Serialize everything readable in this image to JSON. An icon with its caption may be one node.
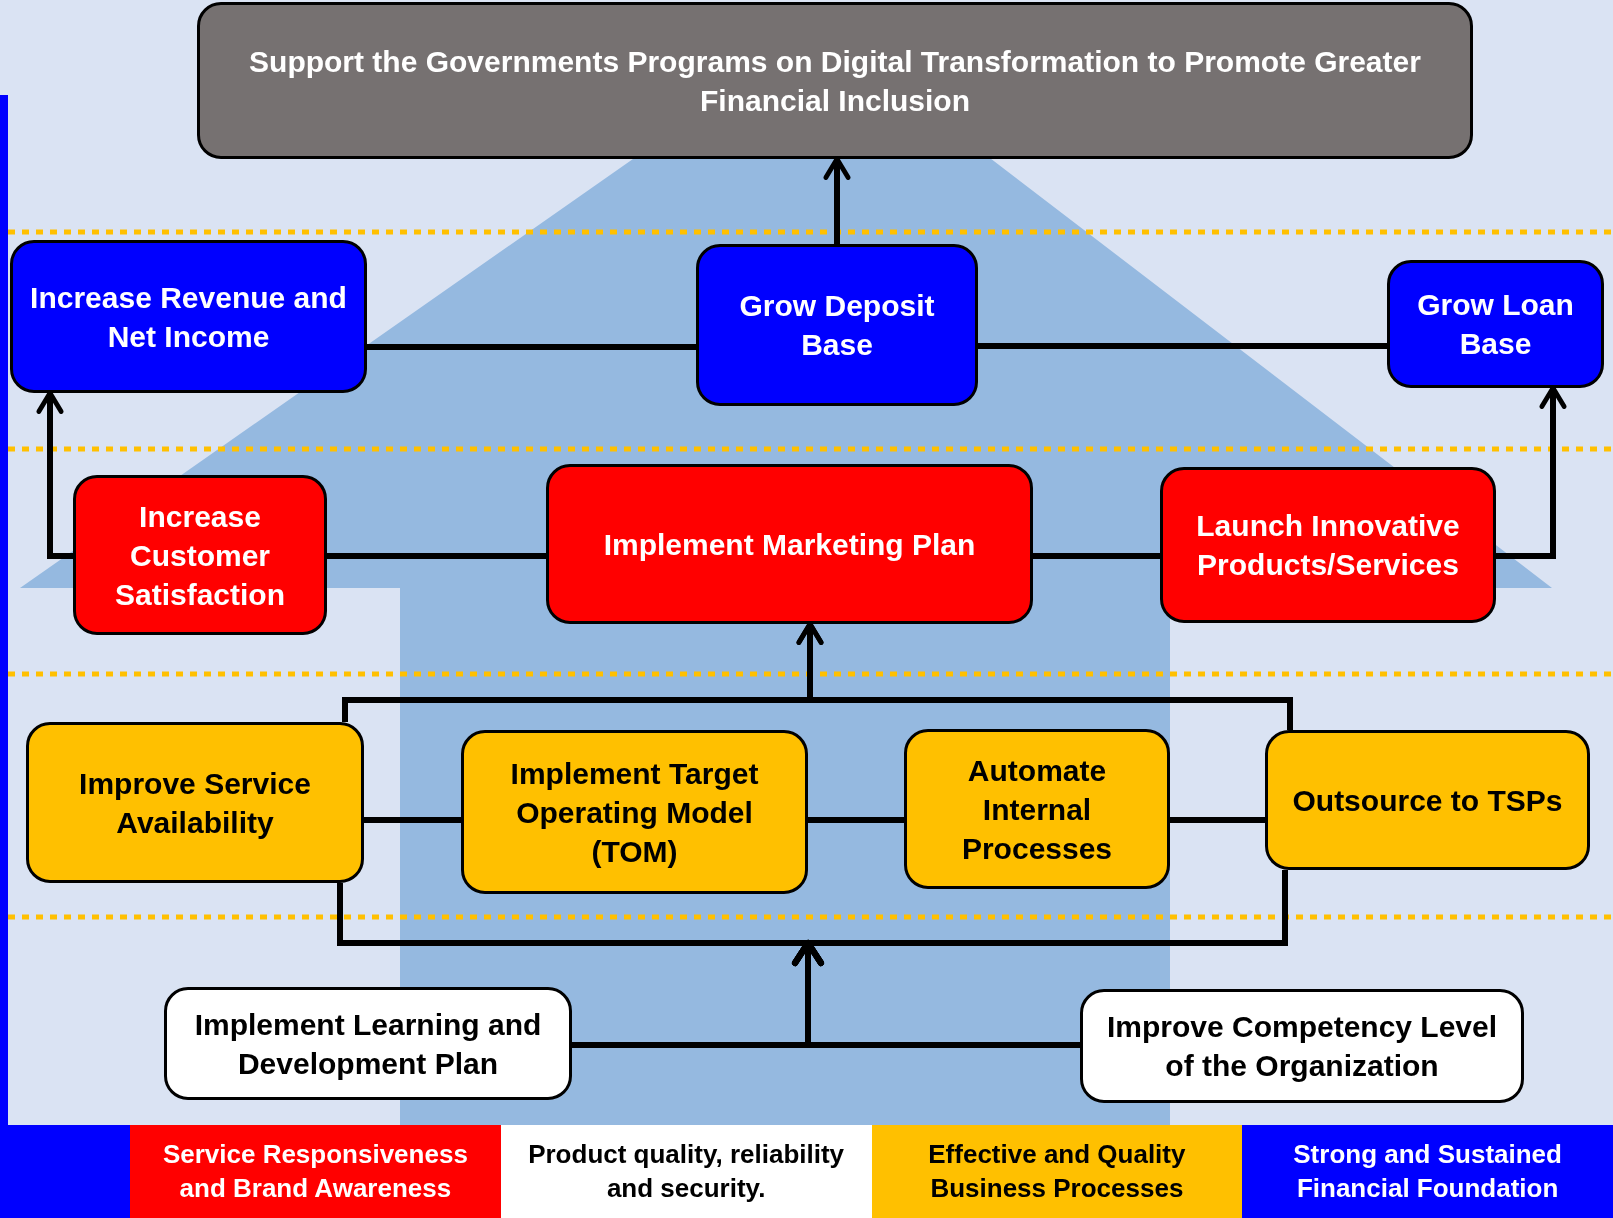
{
  "diagram": {
    "nodes": [
      {
        "text": [
          "Support the Governments Programs on Digital Transformation to Promote Greater Financial Inclusion"
        ]
      },
      {
        "text": [
          "Increase Revenue and Net Income"
        ]
      },
      {
        "text": [
          "Grow Deposit Base"
        ]
      },
      {
        "text": [
          "Grow Loan Base"
        ]
      },
      {
        "text": [
          "Increase Customer Satisfaction"
        ]
      },
      {
        "text": [
          "Implement Marketing Plan"
        ]
      },
      {
        "text": [
          "Launch Innovative Products/Services"
        ]
      },
      {
        "text": [
          "Improve Service Availability"
        ]
      },
      {
        "text": [
          "Implement Target Operating Model (TOM)"
        ]
      },
      {
        "text": [
          "Automate Internal Processes"
        ]
      },
      {
        "text": [
          "Outsource to TSPs"
        ]
      },
      {
        "text": [
          "Implement Learning and Development Plan"
        ]
      },
      {
        "text": [
          "Improve Competency Level of the Organization"
        ]
      }
    ],
    "edges": [
      {
        "from": 2,
        "to": 0,
        "arrow": "to"
      },
      {
        "from": 1,
        "to": 2,
        "arrow": "none"
      },
      {
        "from": 2,
        "to": 3,
        "arrow": "none"
      },
      {
        "from": 4,
        "to": 1,
        "arrow": "to"
      },
      {
        "from": 4,
        "to": 5,
        "arrow": "none"
      },
      {
        "from": 5,
        "to": 6,
        "arrow": "none"
      },
      {
        "from": 6,
        "to": 3,
        "arrow": "to"
      },
      {
        "from": 7,
        "to": 5,
        "arrow": "to"
      },
      {
        "from": 10,
        "to": 5,
        "arrow": "to"
      },
      {
        "from": 7,
        "to": 8,
        "arrow": "none"
      },
      {
        "from": 8,
        "to": 9,
        "arrow": "none"
      },
      {
        "from": 9,
        "to": 10,
        "arrow": "none"
      },
      {
        "from": 11,
        "to": 7,
        "arrow": "to"
      },
      {
        "from": 11,
        "to": 10,
        "arrow": "to"
      },
      {
        "from": 12,
        "to": 7,
        "arrow": "to"
      },
      {
        "from": 12,
        "to": 10,
        "arrow": "to"
      }
    ],
    "legend": [
      {
        "text": "Service Responsiveness and Brand Awareness",
        "color": "#ff0000"
      },
      {
        "text": "Product quality, reliability and security.",
        "color": "#ffffff"
      },
      {
        "text": "Effective and Quality Business Processes",
        "color": "#ffc000"
      },
      {
        "text": "Strong and Sustained Financial Foundation",
        "color": "#0000ff"
      }
    ]
  }
}
